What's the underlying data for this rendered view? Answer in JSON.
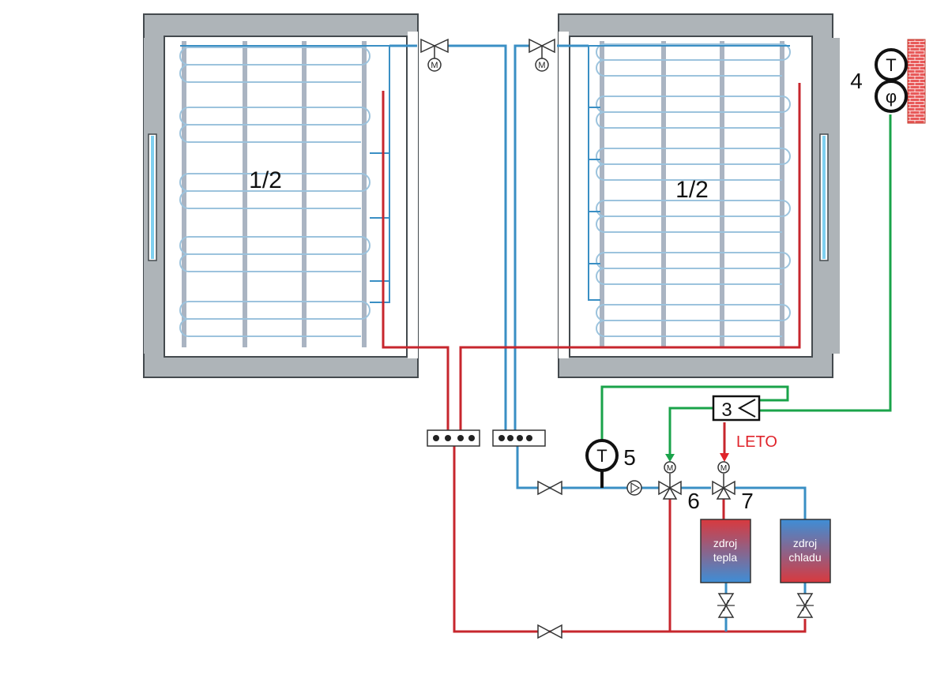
{
  "labels": {
    "zone_left": "1/2",
    "zone_right": "1/2",
    "controller_number": "3",
    "outdoor_sensor_number": "4",
    "flow_sensor_number": "5",
    "mixing_valve_number": "6",
    "switch_valve_number": "7",
    "summer_mode": "LETO",
    "temp_symbol": "T",
    "humidity_symbol": "φ",
    "motor_symbol": "M"
  },
  "sources": {
    "heat": [
      "zdroj",
      "tepla"
    ],
    "cool": [
      "zdroj",
      "chladu"
    ]
  },
  "colors": {
    "supply_blue": "#3a8fc4",
    "return_red": "#c7262d",
    "signal_green": "#1aa34a",
    "coil_light_blue": "#9cc3dd",
    "wall_gray": "#aeb4b8",
    "brick": "#e04848"
  },
  "icons": [
    "valve-icon",
    "motor-actuator-icon",
    "pump-icon",
    "check-valve-icon",
    "temperature-sensor-icon",
    "humidity-sensor-icon",
    "brick-wall-icon",
    "controller-icon"
  ]
}
